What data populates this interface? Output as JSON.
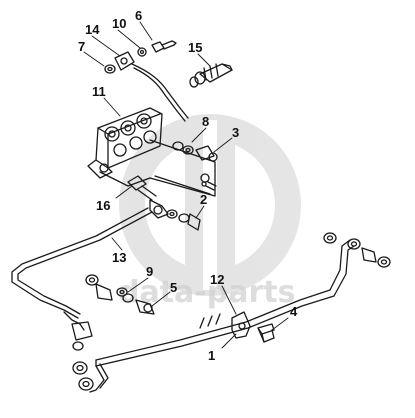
{
  "watermark": {
    "text": "data-parts"
  },
  "callouts": [
    {
      "id": "c1",
      "text": "1"
    },
    {
      "id": "c2",
      "text": "2"
    },
    {
      "id": "c3",
      "text": "3"
    },
    {
      "id": "c4",
      "text": "4"
    },
    {
      "id": "c5",
      "text": "5"
    },
    {
      "id": "c6",
      "text": "6"
    },
    {
      "id": "c7",
      "text": "7"
    },
    {
      "id": "c8",
      "text": "8"
    },
    {
      "id": "c9",
      "text": "9"
    },
    {
      "id": "c10",
      "text": "10"
    },
    {
      "id": "c11",
      "text": "11"
    },
    {
      "id": "c12",
      "text": "12"
    },
    {
      "id": "c13",
      "text": "13"
    },
    {
      "id": "c14",
      "text": "14"
    },
    {
      "id": "c15",
      "text": "15"
    },
    {
      "id": "c16",
      "text": "16"
    }
  ],
  "colors": {
    "line": "#1a1a1a",
    "watermark": "#cfcfcf",
    "background": "#ffffff"
  }
}
